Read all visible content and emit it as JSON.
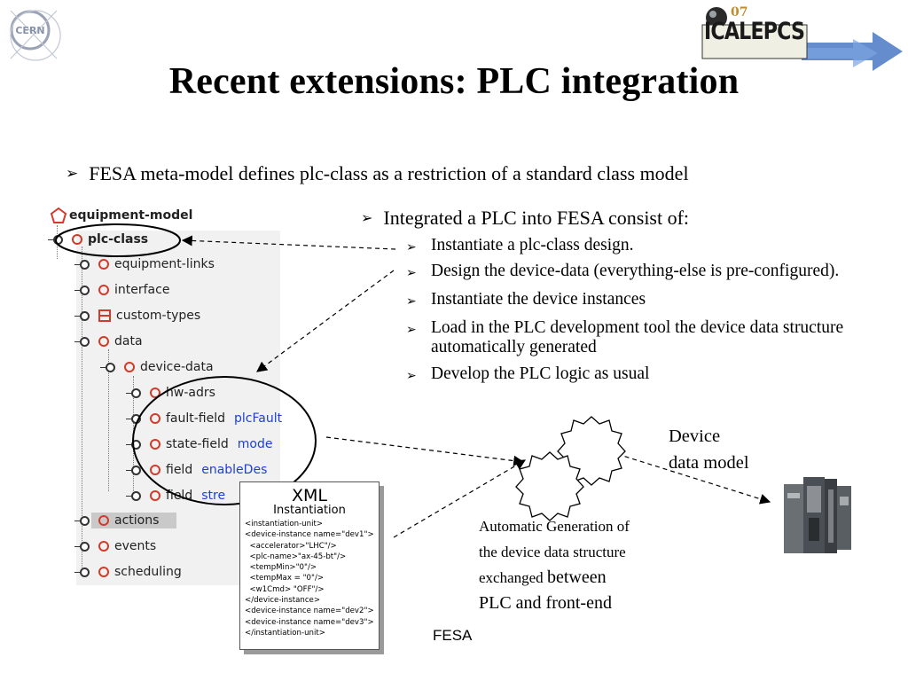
{
  "header": {
    "cern_logo_text": "CERN",
    "conference_logo_text": "ICALEPCS",
    "conference_logo_number": "07",
    "title": "Recent extensions: PLC integration"
  },
  "main_bullet": "FESA meta-model defines plc-class as a restriction of a standard class model",
  "tree": {
    "root": "equipment-model",
    "plc_class": "plc-class",
    "equipment_links": "equipment-links",
    "interface": "interface",
    "custom_types": "custom-types",
    "data": "data",
    "device_data": "device-data",
    "hw_adrs": "hw-adrs",
    "fault_field": "fault-field",
    "fault_field_value": "plcFault",
    "state_field": "state-field",
    "state_field_value": "mode",
    "field1": "field",
    "field1_value": "enableDes",
    "field2": "field",
    "field2_value": "stre",
    "actions": "actions",
    "events": "events",
    "scheduling": "scheduling"
  },
  "integration": {
    "heading": "Integrated a PLC into FESA consist of:",
    "steps": [
      "Instantiate a plc-class design.",
      "Design the device-data (everything-else is pre-configured).",
      "Instantiate the device instances",
      "Load in the PLC development tool the device data structure automatically generated",
      "Develop the PLC logic as usual"
    ]
  },
  "xml": {
    "title": "XML",
    "subtitle": "Instantiation",
    "lines": [
      "<instantiation-unit>",
      "<device-instance name=\"dev1\">",
      "  <accelerator>\"LHC\"/>",
      "  <plc-name>\"ax-45-bt\"/>",
      "  <tempMin>\"0\"/>",
      "  <tempMax = \"0\"/>",
      "  <w1Cmd> \"OFF\"/>",
      "</device-instance>",
      "<device-instance name=\"dev2\">",
      "<device-instance name=\"dev3\">",
      "</instantiation-unit>"
    ]
  },
  "device_model": {
    "line1": "Device",
    "line2": "data model"
  },
  "generation": {
    "line1": "Automatic Generation of",
    "line2": "the device data structure",
    "line3a": "exchanged ",
    "line3b": "between",
    "line4": "PLC and front-end"
  },
  "footer": "FESA",
  "colors": {
    "tree_icon": "#d23b2a",
    "tree_value": "#1d3fd8",
    "tree_background": "#f1f1f1"
  },
  "icons": {
    "bullet": "arrowhead-bullet",
    "gear": "gear-outline",
    "plc": "plc-hardware-rack"
  }
}
